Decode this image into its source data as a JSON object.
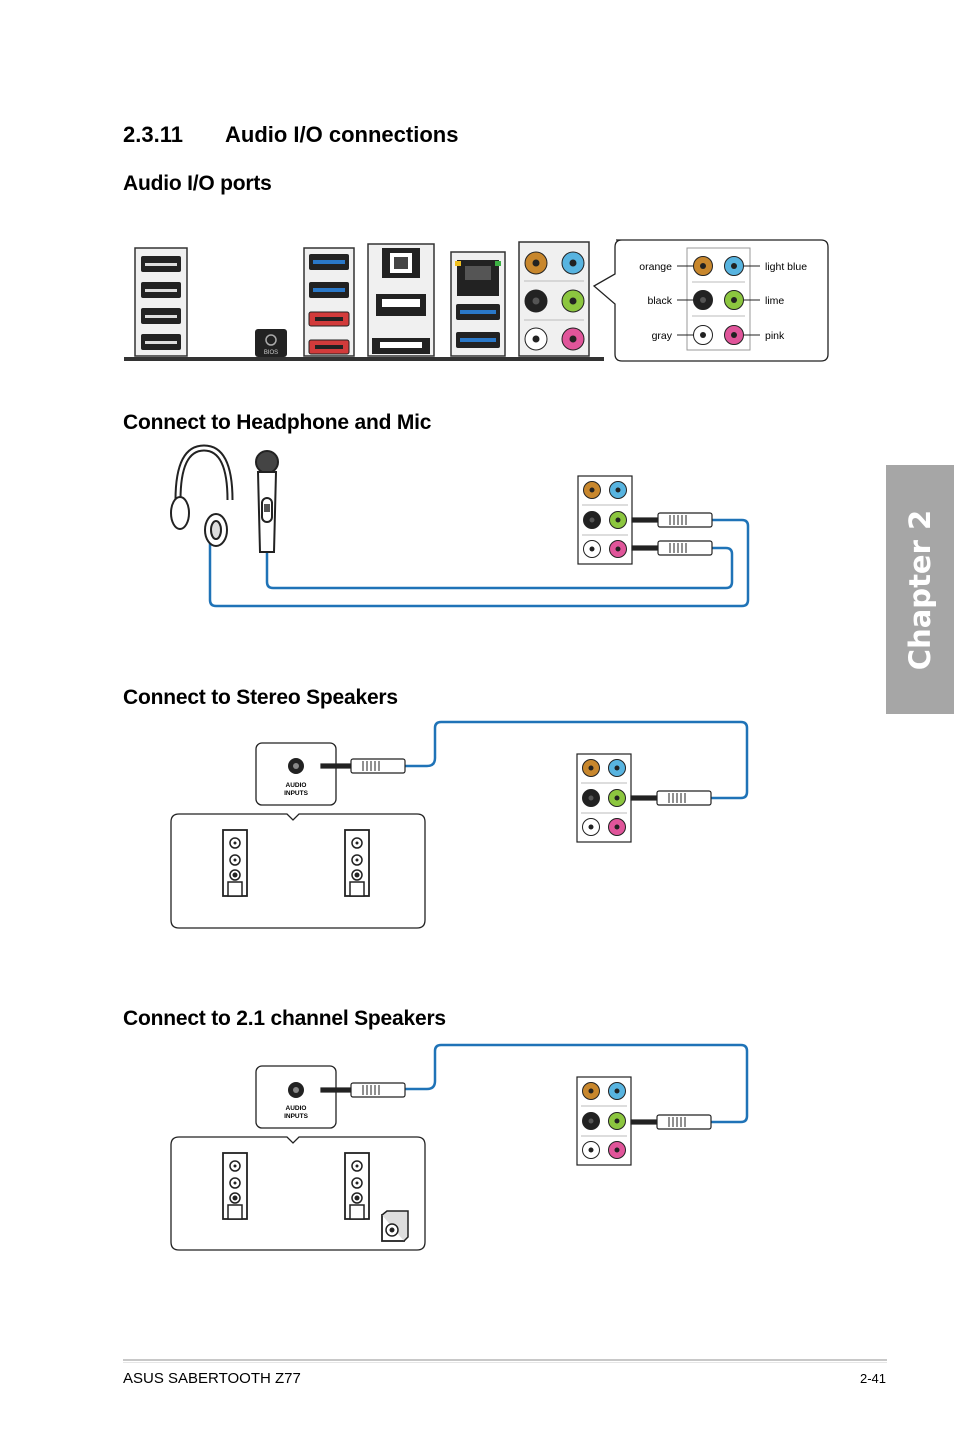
{
  "section": {
    "number": "2.3.11",
    "title": "Audio I/O connections"
  },
  "headings": {
    "ports": "Audio I/O ports",
    "headphone": "Connect to Headphone and Mic",
    "stereo": "Connect to Stereo Speakers",
    "channel21": "Connect to 2.1 channel Speakers"
  },
  "port_legend": {
    "left": [
      "orange",
      "black",
      "gray"
    ],
    "right": [
      "light blue",
      "lime",
      "pink"
    ]
  },
  "port_colors": {
    "orange": "#c8872d",
    "light_blue": "#58b4e0",
    "black": "#222222",
    "lime": "#8cc63f",
    "gray": "#ffffff",
    "pink": "#e0559a"
  },
  "bios_label": "BIOS",
  "audio_inputs_label": [
    "AUDIO",
    "INPUTS"
  ],
  "chapter_tab": "Chapter 2",
  "footer": {
    "product": "ASUS SABERTOOTH Z77",
    "page": "2-41"
  }
}
